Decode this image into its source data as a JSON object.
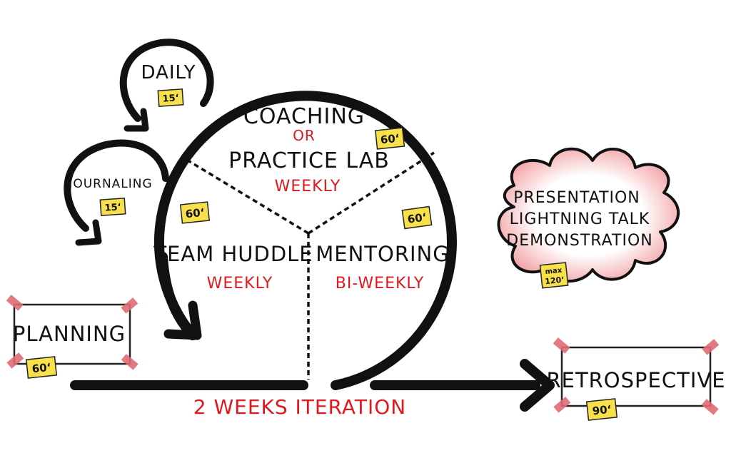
{
  "cycle": {
    "top": {
      "title_line1": "COACHING",
      "connector": "OR",
      "title_line2": "PRACTICE LAB",
      "frequency": "WEEKLY",
      "duration": "60‘"
    },
    "left": {
      "title": "TEAM HUDDLE",
      "frequency": "WEEKLY",
      "duration": "60‘"
    },
    "right": {
      "title": "MENTORING",
      "frequency": "BI-WEEKLY",
      "duration": "60‘"
    }
  },
  "loops": {
    "daily": {
      "label": "DAILY",
      "duration": "15‘"
    },
    "journaling": {
      "label": "JOURNALING",
      "duration": "15‘"
    }
  },
  "planning": {
    "label": "PLANNING",
    "duration": "60‘"
  },
  "timeline": {
    "label": "2 WEEKS ITERATION"
  },
  "retrospective": {
    "label": "RETROSPECTIVE",
    "duration": "90‘"
  },
  "burst": {
    "lines": [
      "PRESENTATION",
      "LIGHTNING TALK",
      "DEMONSTRATION"
    ],
    "duration_line1": "max",
    "duration_line2": "120‘"
  },
  "colors": {
    "ink": "#111111",
    "accent_red": "#e0191f",
    "sticky_yellow": "#f7e04a",
    "tape_pink": "#e06a73"
  }
}
